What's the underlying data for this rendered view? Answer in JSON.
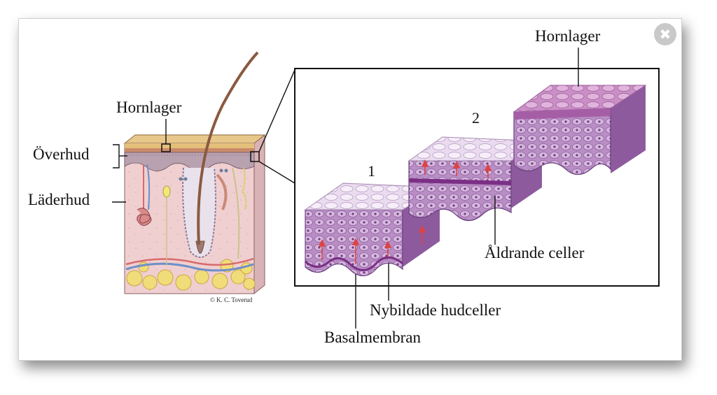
{
  "dialog": {
    "close_icon": "close-icon"
  },
  "diagram": {
    "labels": {
      "hornlager_left": "Hornlager",
      "overhud": "Överhud",
      "laderhud": "Läderhud",
      "copyright": "© K. C. Toverud",
      "stage_1": "1",
      "stage_2": "2",
      "hornlager_right": "Hornlager",
      "aldrande": "Åldrande celler",
      "nybildade": "Nybildade hudceller",
      "basalmembran": "Basalmembran"
    }
  }
}
